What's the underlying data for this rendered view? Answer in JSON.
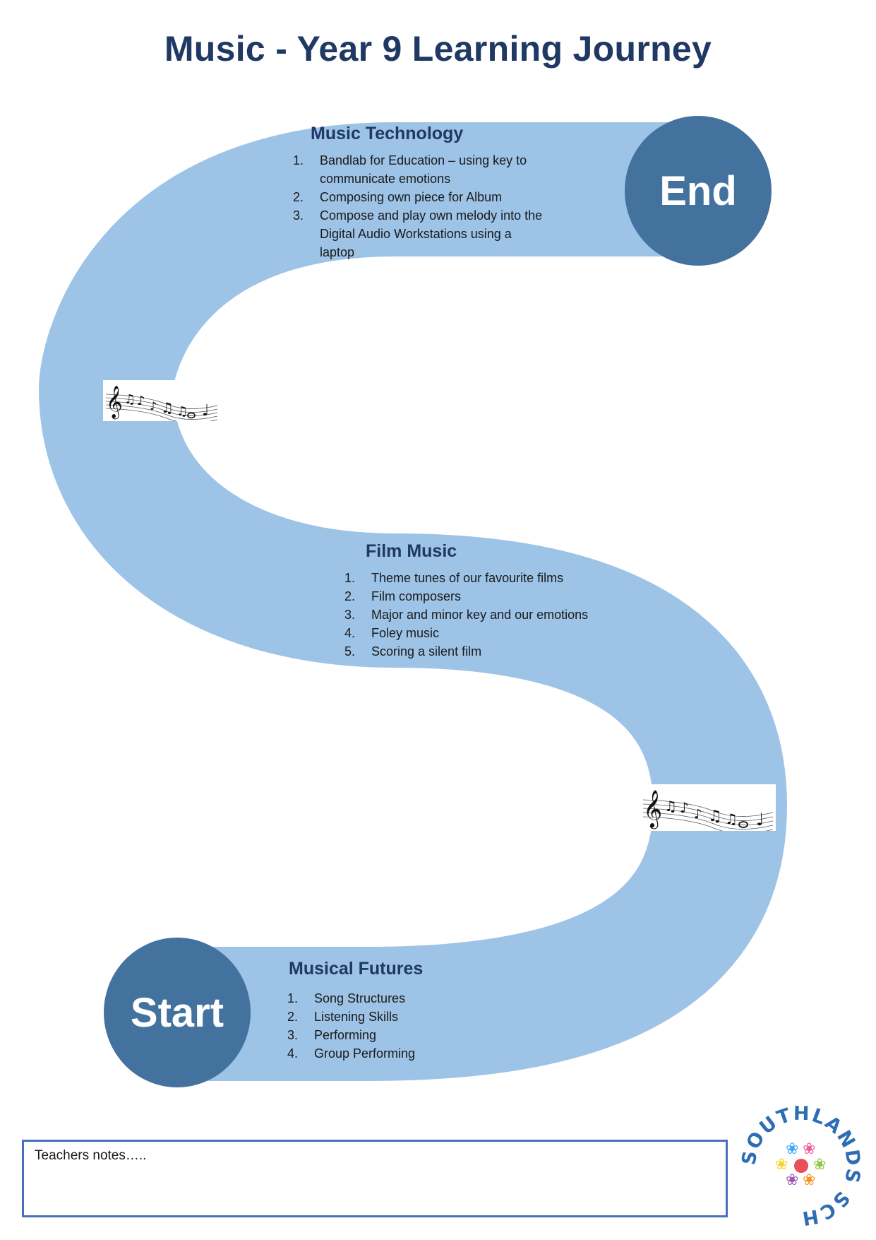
{
  "title": "Music - Year 9 Learning Journey",
  "end_label": "End",
  "start_label": "Start",
  "sections": {
    "music_technology": {
      "title": "Music Technology",
      "items": [
        {
          "num": "1.",
          "text": "Bandlab for Education – using key to communicate emotions"
        },
        {
          "num": "2.",
          "text": "Composing own piece for Album"
        },
        {
          "num": "3.",
          "text": "Compose and play own melody into the Digital Audio Workstations using a laptop"
        }
      ]
    },
    "film_music": {
      "title": "Film Music",
      "items": [
        {
          "num": "1.",
          "text": "Theme tunes of our favourite films"
        },
        {
          "num": "2.",
          "text": "Film composers"
        },
        {
          "num": "3.",
          "text": "Major and minor key and our emotions"
        },
        {
          "num": "4.",
          "text": "Foley music"
        },
        {
          "num": "5.",
          "text": "Scoring a silent film"
        }
      ]
    },
    "musical_futures": {
      "title": "Musical Futures",
      "items": [
        {
          "num": "1.",
          "text": "Song Structures"
        },
        {
          "num": "2.",
          "text": "Listening Skills"
        },
        {
          "num": "3.",
          "text": "Performing"
        },
        {
          "num": "4.",
          "text": "Group Performing"
        }
      ]
    }
  },
  "teachers_notes": "Teachers notes…..",
  "logo": {
    "text": "SOUTHLANDS SCHOOL"
  },
  "colors": {
    "road": "#9dc3e6",
    "node": "#44729f",
    "title": "#1f3864",
    "notes_border": "#4a6fbf"
  }
}
